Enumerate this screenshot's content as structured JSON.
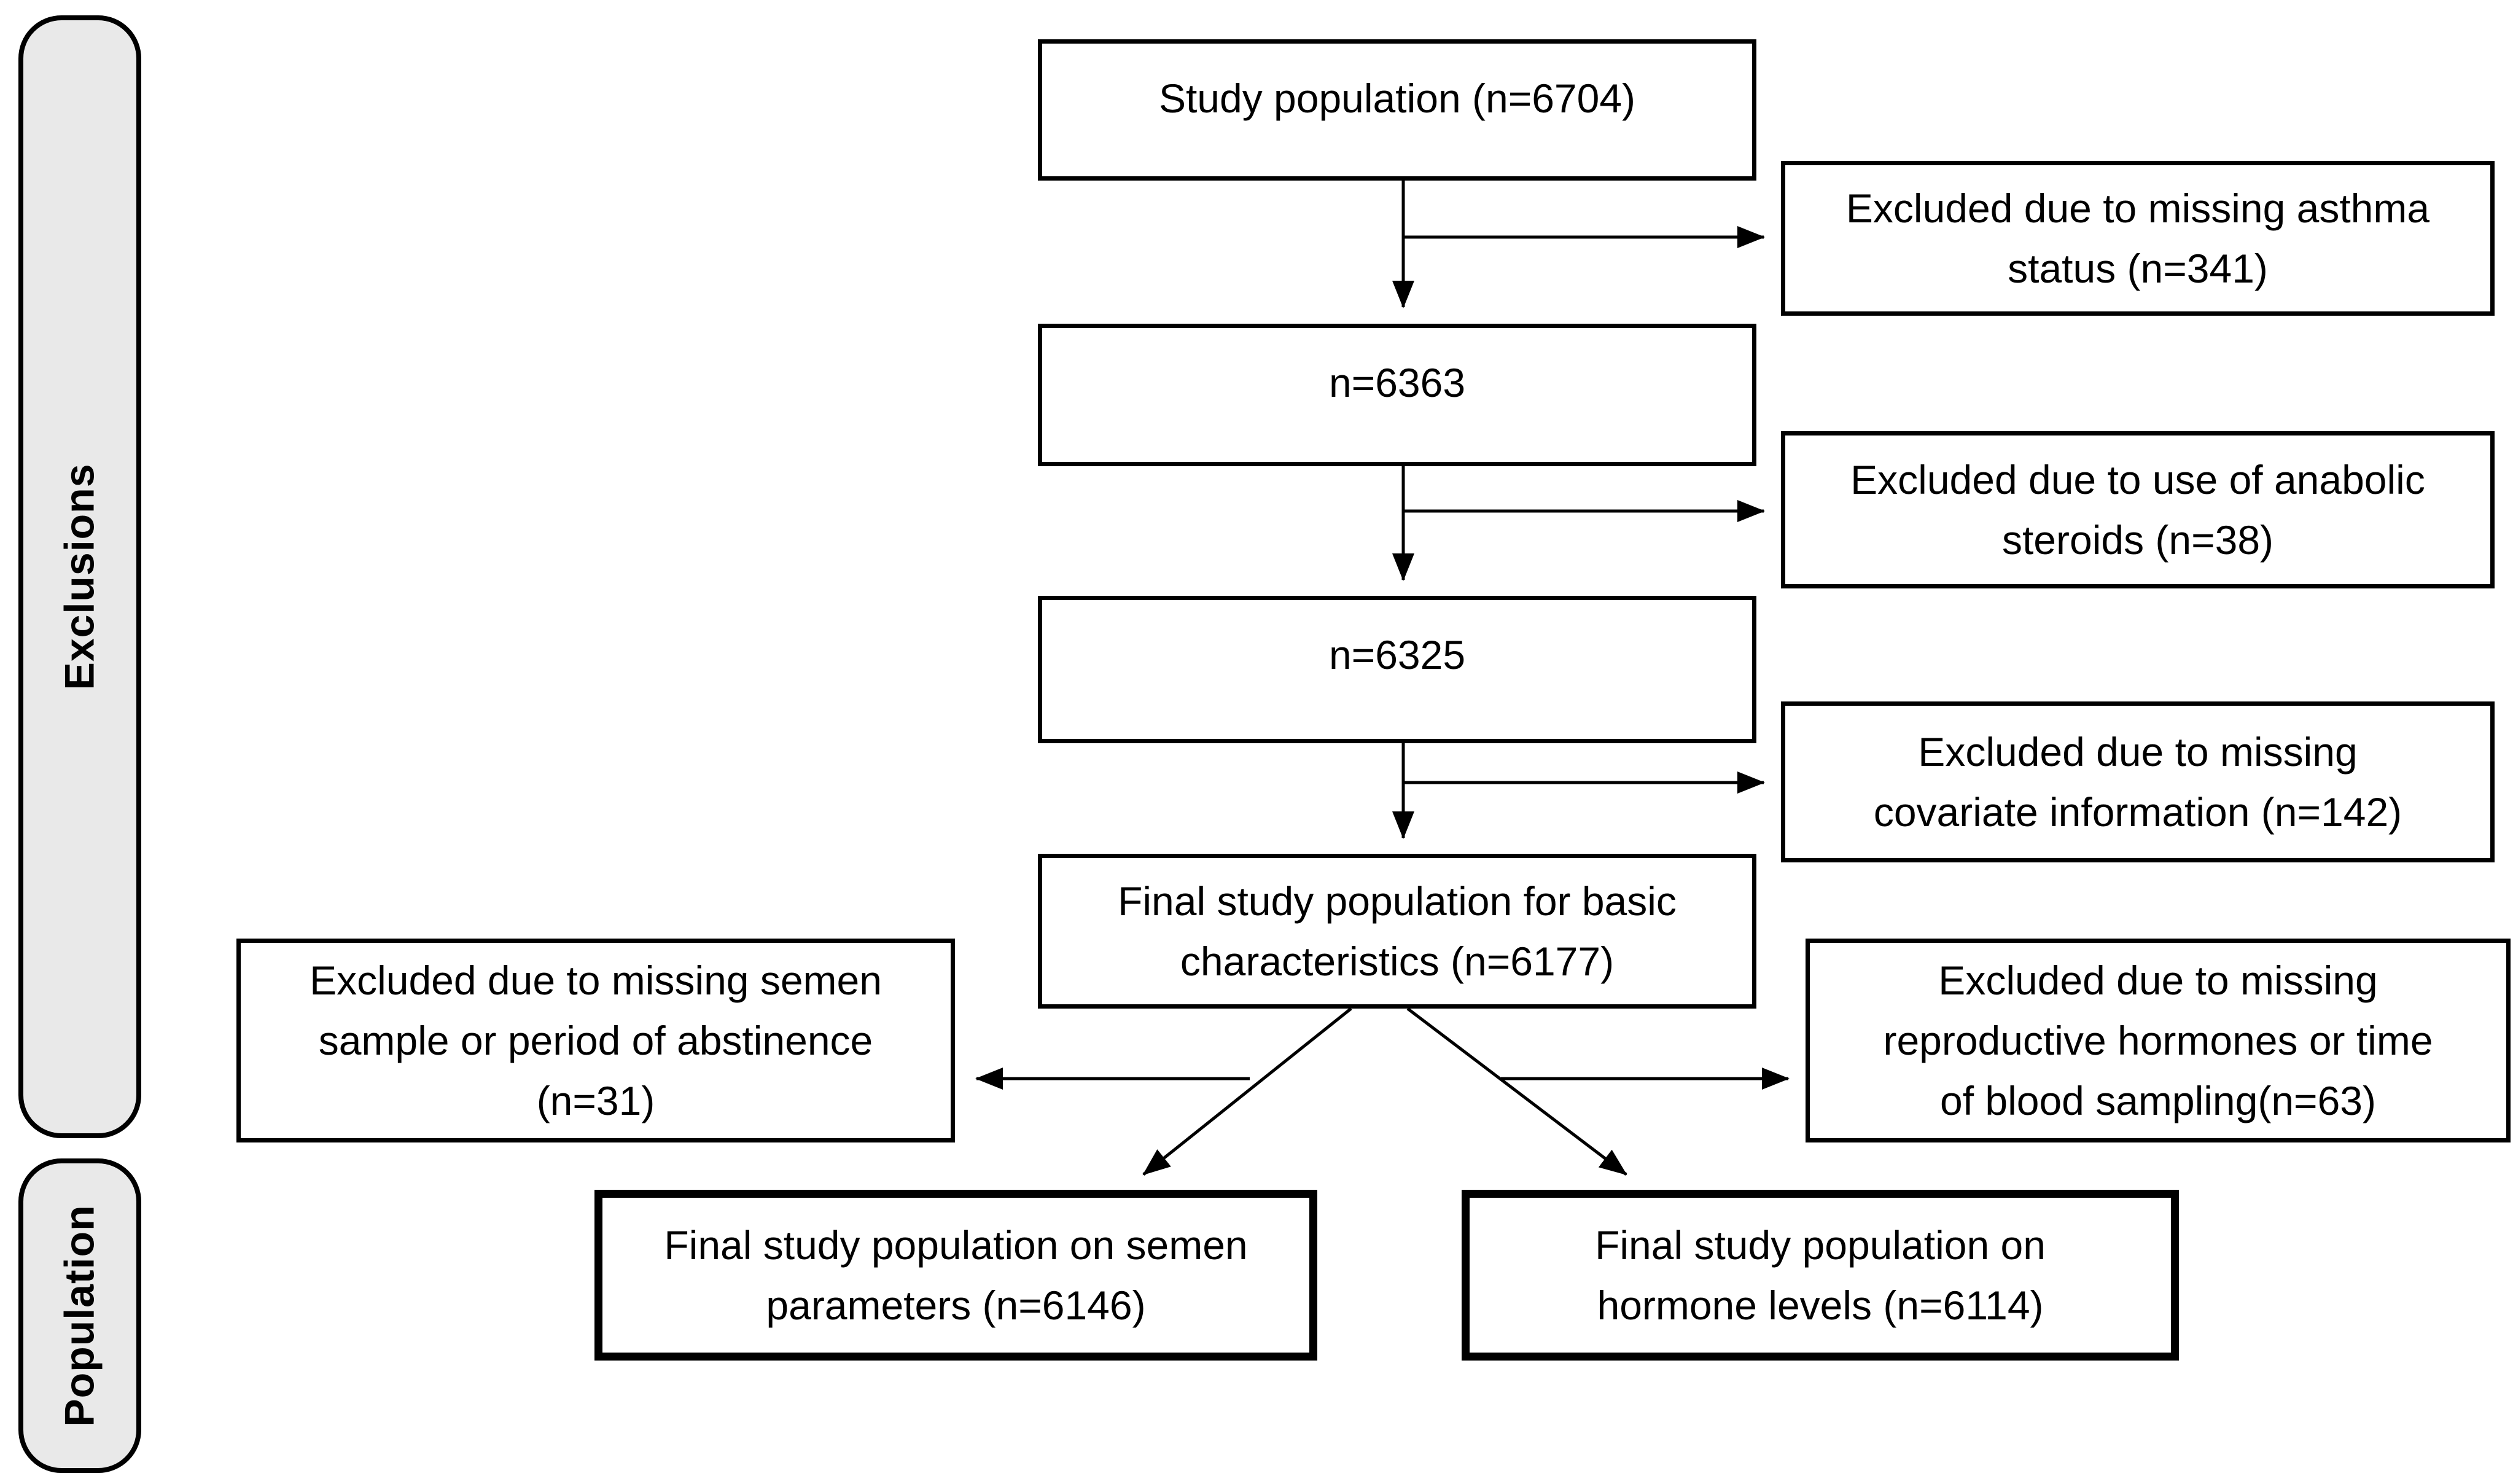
{
  "diagram": {
    "sidebar": {
      "exclusions_label": "Exclusions",
      "population_label": "Population"
    },
    "nodes": {
      "study_population": {
        "label": "Study population (n=6704)",
        "lines": [
          "Study population (n=6704)"
        ]
      },
      "after_asthma": {
        "label": "n=6363",
        "lines": [
          "n=6363"
        ]
      },
      "after_steroids": {
        "label": "n=6325",
        "lines": [
          "n=6325"
        ]
      },
      "final_basic": {
        "label": "Final study population for basic characteristics (n=6177)",
        "lines": [
          "Final study population for basic",
          "characteristics (n=6177)"
        ]
      },
      "final_semen": {
        "label": "Final study population on semen parameters (n=6146)",
        "lines": [
          "Final study population on semen",
          "parameters (n=6146)"
        ]
      },
      "final_hormone": {
        "label": "Final study population on hormone levels (n=6114)",
        "lines": [
          "Final study population on",
          "hormone levels (n=6114)"
        ]
      }
    },
    "exclusions": {
      "asthma": {
        "label": "Excluded due to missing asthma status (n=341)",
        "lines": [
          "Excluded due to missing asthma",
          "status (n=341)"
        ]
      },
      "steroids": {
        "label": "Excluded due to use of anabolic steroids (n=38)",
        "lines": [
          "Excluded due to use of anabolic",
          "steroids (n=38)"
        ]
      },
      "covariate": {
        "label": "Excluded due to missing covariate information (n=142)",
        "lines": [
          "Excluded due to missing",
          "covariate information (n=142)"
        ]
      },
      "semen": {
        "label": "Excluded due to missing semen sample or period of abstinence (n=31)",
        "lines": [
          "Excluded due to missing semen",
          "sample or period of abstinence",
          "(n=31)"
        ]
      },
      "hormones": {
        "label": "Excluded due to missing reproductive hormones or time of blood sampling(n=63)",
        "lines": [
          "Excluded due to missing",
          "reproductive hormones or time",
          "of blood sampling(n=63)"
        ]
      }
    },
    "colors": {
      "background": "#ffffff",
      "box_border": "#000000",
      "arrow": "#000000",
      "pill_fill": "#e9e9e9",
      "text": "#000000"
    }
  }
}
